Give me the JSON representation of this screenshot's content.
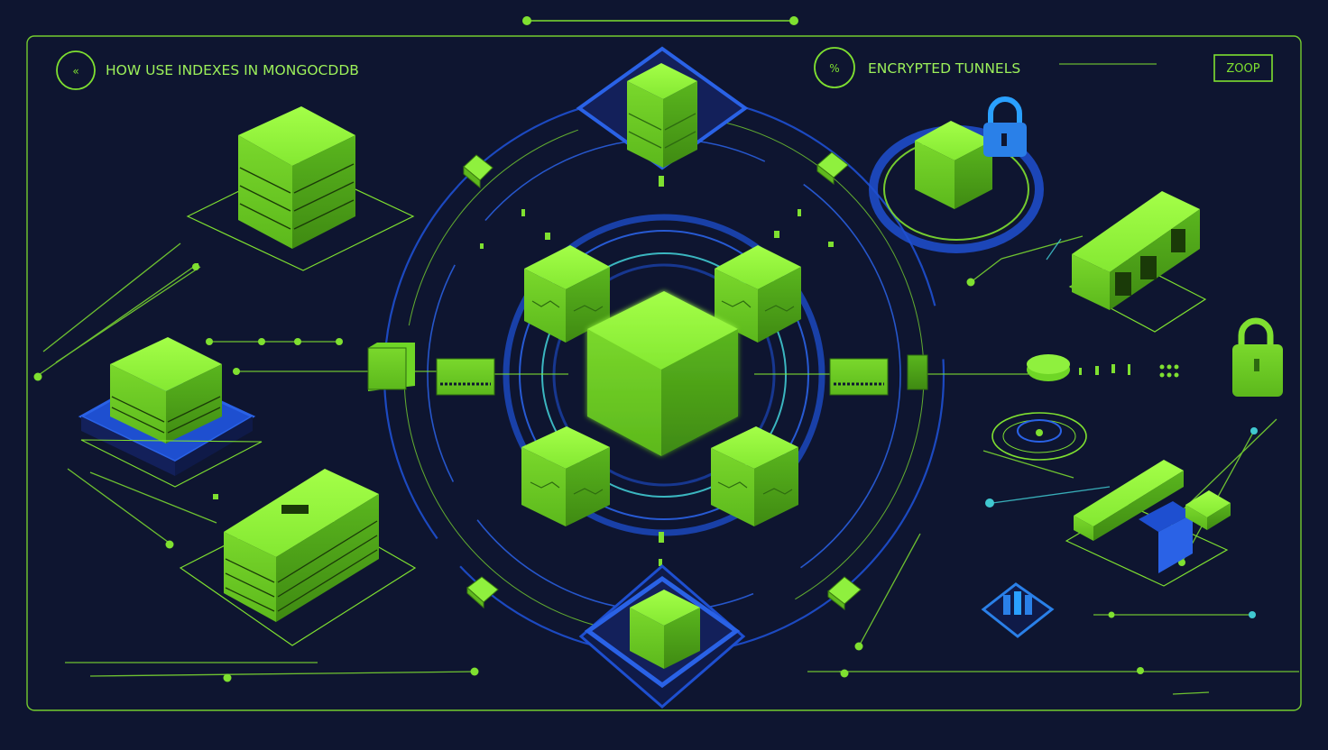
{
  "header": {
    "left_title": "HOW USE INDEXES IN MONGOCDDB",
    "left_badge": "«",
    "right_title": "ENCRYPTED TUNNELS",
    "right_badge": "%",
    "right_tag": "ZOOP"
  },
  "icons": {
    "padlock_blue": "padlock-icon",
    "padlock_green": "padlock-icon",
    "database": "database-icon"
  },
  "colors": {
    "background": "#0e1530",
    "accent_green": "#7fe030",
    "accent_blue": "#1e4fd0",
    "line_cyan": "#40c8d0"
  }
}
